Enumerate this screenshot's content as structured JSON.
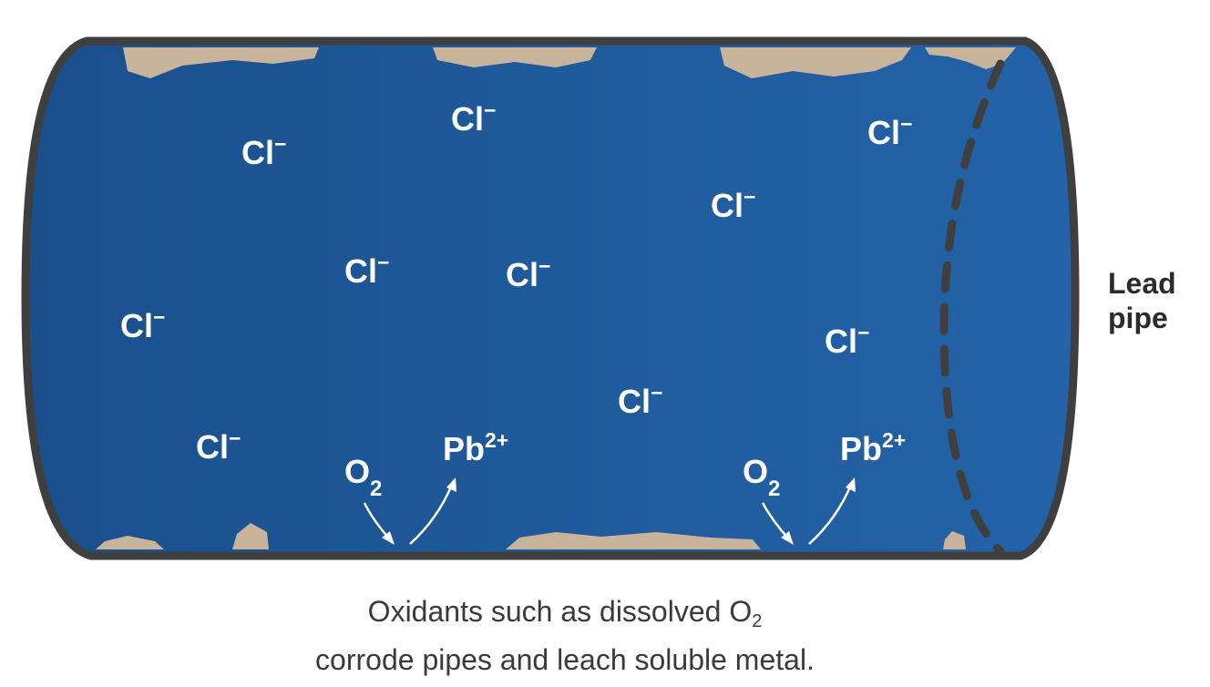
{
  "pipe_label": {
    "line1": "Lead",
    "line2": "pipe"
  },
  "ions": {
    "chloride": {
      "symbol": "Cl",
      "charge": "−"
    },
    "lead": {
      "symbol": "Pb",
      "charge": "2+"
    },
    "oxygen": {
      "symbol": "O",
      "subscript": "2"
    }
  },
  "caption": {
    "line1_prefix": "Oxidants such as dissolved O",
    "line1_subscript": "2",
    "line2": "corrode pipes and leach soluble metal."
  },
  "colors": {
    "water": "#1f5b9c",
    "pipe_wall": "#3f3f3f",
    "scale_deposits": "#c8b49a",
    "ion_text": "#ffffff"
  }
}
